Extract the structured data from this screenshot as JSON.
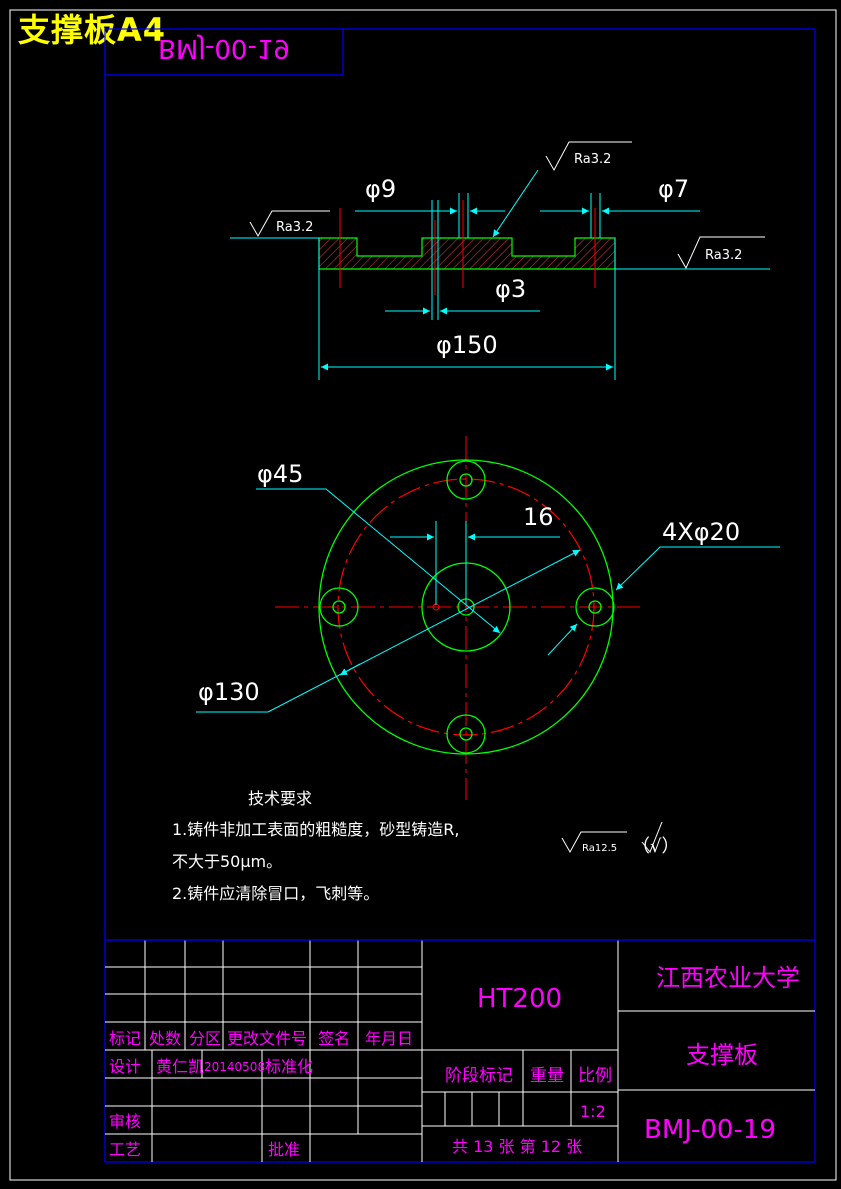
{
  "sheet": {
    "title": "支撑板A4",
    "drawing_number_mirrored": "BMJ-00-19"
  },
  "section_view": {
    "roughness_left": "Ra3.2",
    "roughness_top": "Ra3.2",
    "roughness_right": "Ra3.2",
    "dim_phi9": "φ9",
    "dim_phi7": "φ7",
    "dim_phi3": "φ3",
    "dim_phi150": "φ150"
  },
  "plan_view": {
    "dim_phi45": "φ45",
    "dim_16": "16",
    "dim_4x_phi20": "4Xφ20",
    "dim_phi130": "φ130"
  },
  "tech_requirements": {
    "heading": "技术要求",
    "line1": "1.铸件非加工表面的粗糙度，砂型铸造R,",
    "line2": "不大于50μm。",
    "line3": "2.铸件应清除冒口，飞刺等。",
    "roughness_note": "Ra12.5",
    "roughness_paren": "（√）"
  },
  "title_block": {
    "material": "HT200",
    "university": "江西农业大学",
    "part_name": "支撑板",
    "drawing_number": "BMJ-00-19",
    "hdr_mark": "标记",
    "hdr_count": "处数",
    "hdr_zone": "分区",
    "hdr_change_doc": "更改文件号",
    "hdr_sign": "签名",
    "hdr_date": "年月日",
    "lbl_design": "设计",
    "designer": "黄仁凯",
    "design_date": "20140508",
    "lbl_standardize": "标准化",
    "lbl_stage_mark": "阶段标记",
    "lbl_weight": "重量",
    "lbl_scale": "比例",
    "scale": "1:2",
    "lbl_review": "审核",
    "lbl_process": "工艺",
    "lbl_approve": "批准",
    "sheets_info": "共 13 张 第 12 张"
  },
  "colors": {
    "background": "#000000",
    "frame": "#0000ff",
    "title_yellow": "#ffff00",
    "magenta": "#ff00ff",
    "dimension_cyan": "#00ffff",
    "white": "#ffffff",
    "green": "#00ff00",
    "red": "#ff0000",
    "part_fill": "#806000"
  }
}
